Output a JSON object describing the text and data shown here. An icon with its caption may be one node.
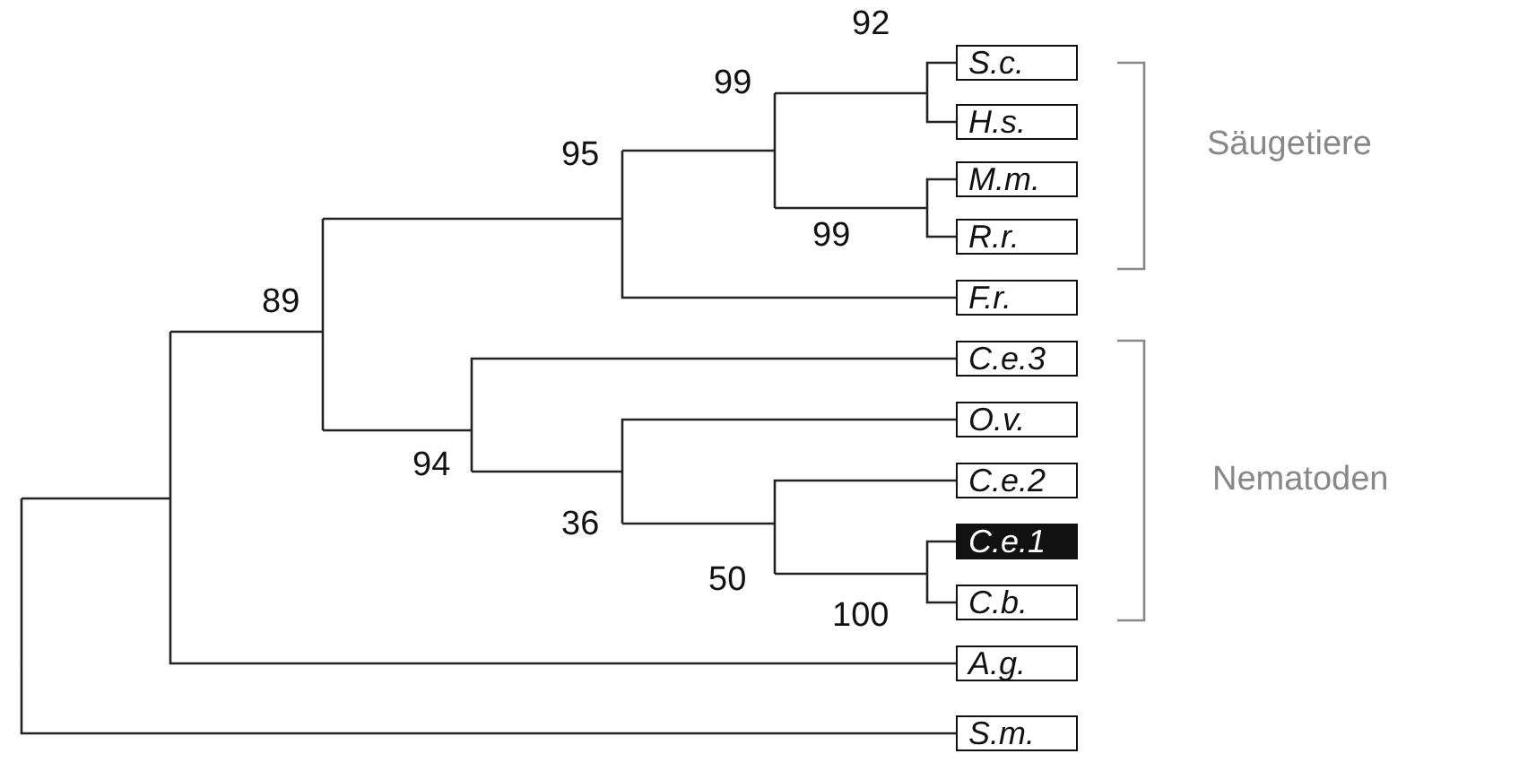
{
  "diagram": {
    "nodes": [
      {
        "text": [
          "S.c."
        ]
      },
      {
        "text": [
          "H.s."
        ]
      },
      {
        "text": [
          "M.m."
        ]
      },
      {
        "text": [
          "R.r."
        ]
      },
      {
        "text": [
          "F.r."
        ]
      },
      {
        "text": [
          "C.e.3"
        ]
      },
      {
        "text": [
          "O.v."
        ]
      },
      {
        "text": [
          "C.e.2"
        ]
      },
      {
        "text": [
          "C.e.1"
        ]
      },
      {
        "text": [
          "C.b."
        ]
      },
      {
        "text": [
          "A.g."
        ]
      },
      {
        "text": [
          "S.m."
        ]
      }
    ],
    "labels": [
      "92",
      "99",
      "95",
      "99",
      "89",
      "94",
      "36",
      "50",
      "100",
      "Säugetiere",
      "Nematoden"
    ]
  }
}
